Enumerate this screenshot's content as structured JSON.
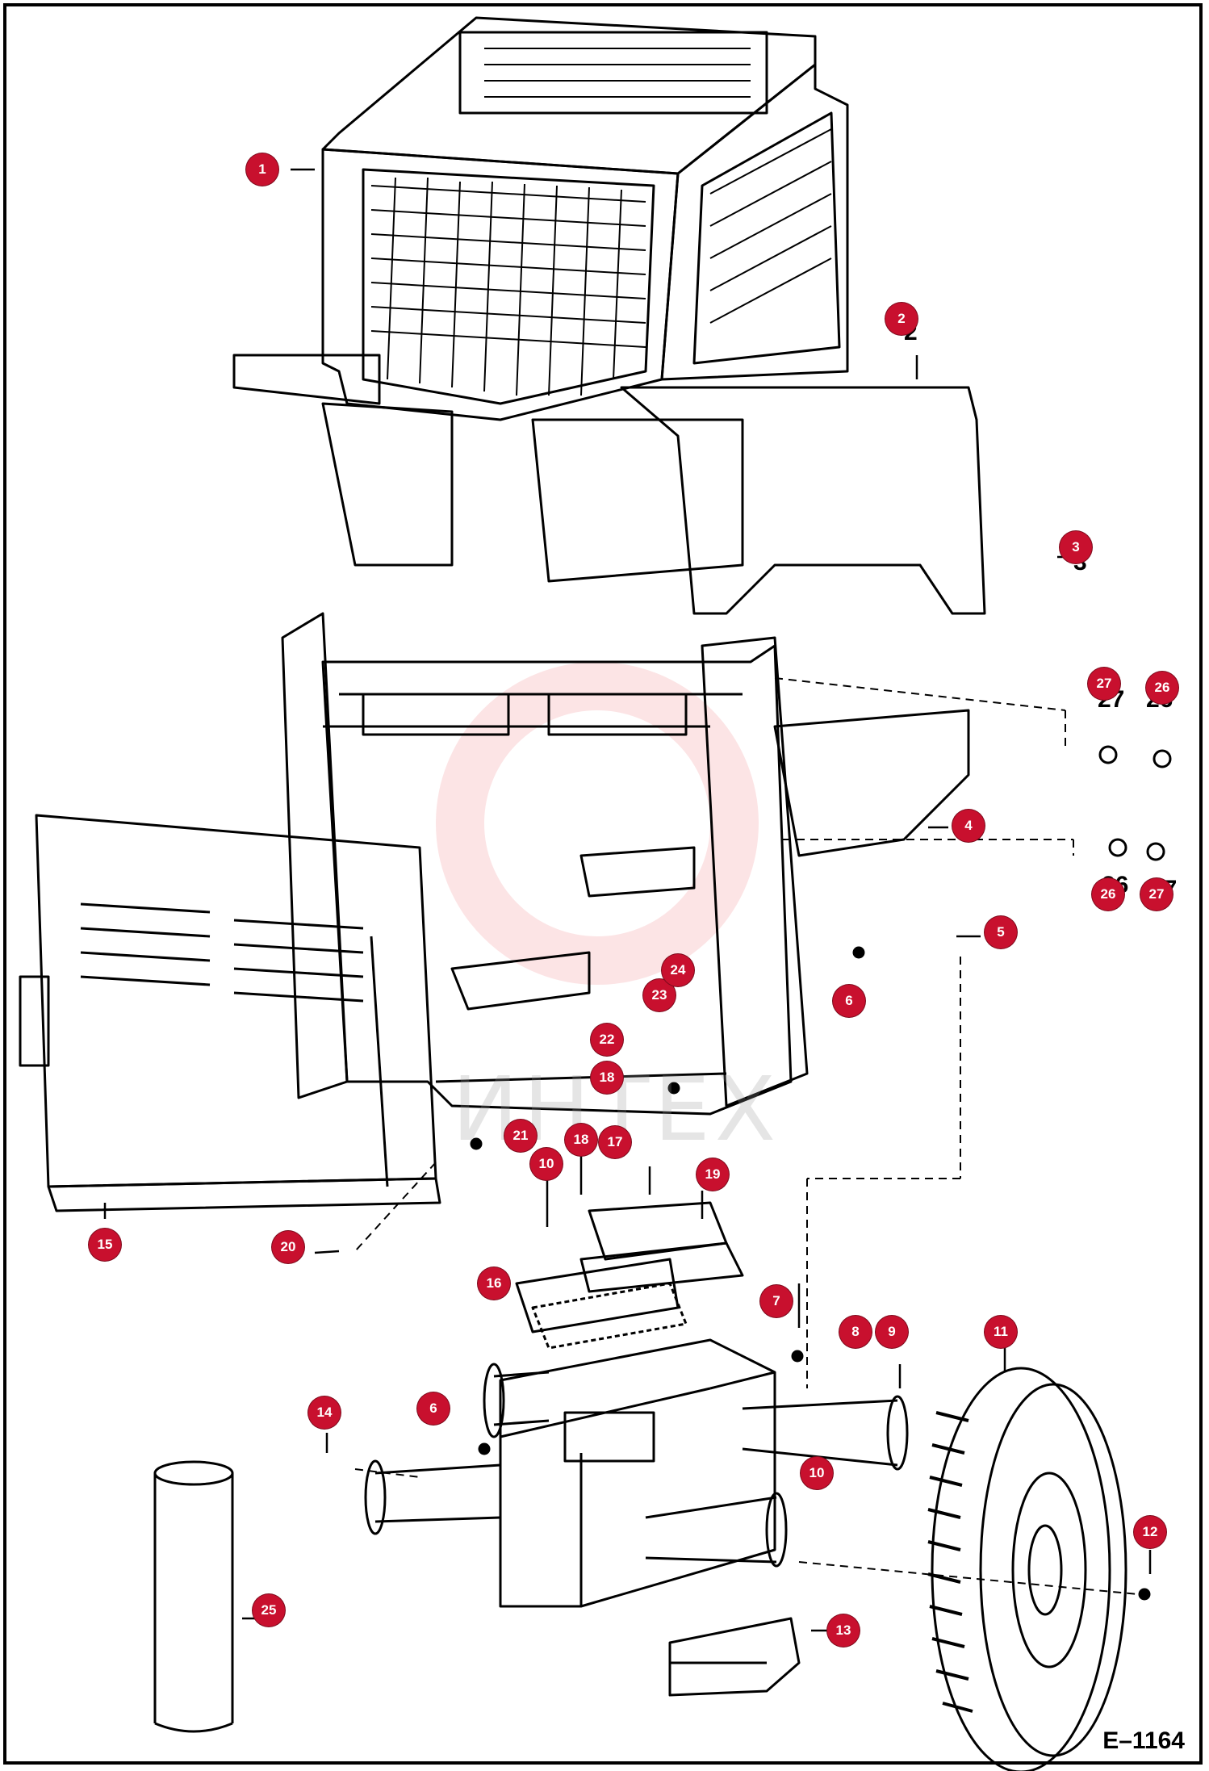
{
  "diagram": {
    "code": "E–1164",
    "watermark_text": "ИНТЕХ",
    "colors": {
      "callout": "#c8102e",
      "line": "#000000",
      "watermark": "#e8202a"
    },
    "callouts": [
      {
        "id": "c1",
        "label": "1"
      },
      {
        "id": "c2",
        "label": "2"
      },
      {
        "id": "c3",
        "label": "3"
      },
      {
        "id": "c4",
        "label": "4"
      },
      {
        "id": "c5",
        "label": "5"
      },
      {
        "id": "c6a",
        "label": "6"
      },
      {
        "id": "c6b",
        "label": "6"
      },
      {
        "id": "c7",
        "label": "7"
      },
      {
        "id": "c8",
        "label": "8"
      },
      {
        "id": "c9",
        "label": "9"
      },
      {
        "id": "c10a",
        "label": "10"
      },
      {
        "id": "c10b",
        "label": "10"
      },
      {
        "id": "c11",
        "label": "11"
      },
      {
        "id": "c12",
        "label": "12"
      },
      {
        "id": "c13",
        "label": "13"
      },
      {
        "id": "c14",
        "label": "14"
      },
      {
        "id": "c15",
        "label": "15"
      },
      {
        "id": "c16",
        "label": "16"
      },
      {
        "id": "c17",
        "label": "17"
      },
      {
        "id": "c18a",
        "label": "18"
      },
      {
        "id": "c18b",
        "label": "18"
      },
      {
        "id": "c19",
        "label": "19"
      },
      {
        "id": "c20",
        "label": "20"
      },
      {
        "id": "c21",
        "label": "21"
      },
      {
        "id": "c22",
        "label": "22"
      },
      {
        "id": "c23",
        "label": "23"
      },
      {
        "id": "c24",
        "label": "24"
      },
      {
        "id": "c25",
        "label": "25"
      },
      {
        "id": "c26a",
        "label": "26"
      },
      {
        "id": "c26b",
        "label": "26"
      },
      {
        "id": "c27a",
        "label": "27"
      },
      {
        "id": "c27b",
        "label": "27"
      }
    ],
    "printed_numbers": [
      "2",
      "3",
      "26",
      "27",
      "26",
      "27"
    ]
  }
}
